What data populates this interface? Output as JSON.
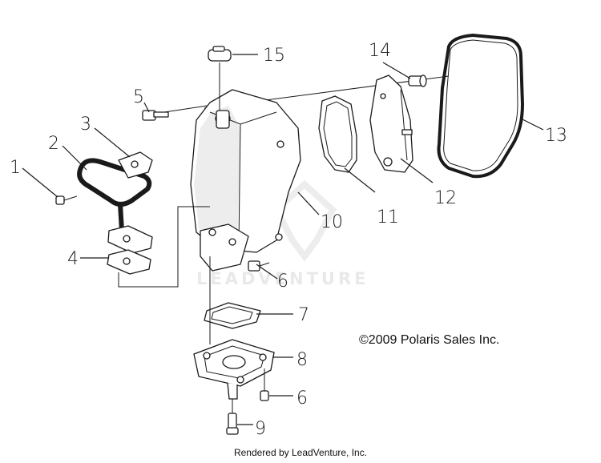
{
  "watermark": "LEADVENTURE",
  "copyright": "©2009 Polaris Sales Inc.",
  "footer": "Rendered by LeadVenture, Inc.",
  "callouts": {
    "c1": "1",
    "c2": "2",
    "c3": "3",
    "c4": "4",
    "c5": "5",
    "c6a": "6",
    "c6b": "6",
    "c7": "7",
    "c8": "8",
    "c9": "9",
    "c10": "10",
    "c11": "11",
    "c12": "12",
    "c13": "13",
    "c14": "14",
    "c15": "15"
  }
}
